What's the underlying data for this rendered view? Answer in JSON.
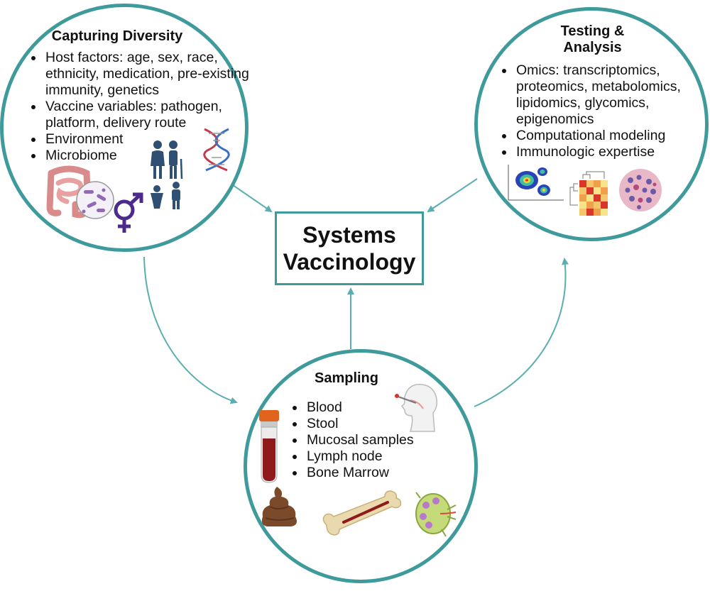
{
  "diagram": {
    "center": {
      "line1": "Systems",
      "line2": "Vaccinology"
    },
    "capturing_diversity": {
      "title": "Capturing Diversity",
      "items": [
        "Host factors: age, sex, race, ethnicity, medication, pre-existing immunity, genetics",
        "Vaccine variables: pathogen, platform, delivery route",
        "Environment",
        "Microbiome"
      ]
    },
    "testing_analysis": {
      "title_line1": "Testing &",
      "title_line2": "Analysis",
      "items": [
        "Omics: transcriptomics, proteomics, metabolomics, lipidomics, glycomics, epigenomics",
        "Computational modeling",
        "Immunologic expertise"
      ]
    },
    "sampling": {
      "title": "Sampling",
      "items": [
        "Blood",
        "Stool",
        "Mucosal samples",
        "Lymph node",
        "Bone Marrow"
      ]
    },
    "icons": {
      "diversity": [
        "intestine-icon",
        "microbe-icon",
        "gender-symbol-icon",
        "elderly-couple-icon",
        "family-icon",
        "dna-icon"
      ],
      "analysis": [
        "flow-cytometry-plot-icon",
        "heatmap-icon",
        "tissue-image-icon"
      ],
      "sampling": [
        "blood-tube-icon",
        "nasal-swab-icon",
        "stool-icon",
        "bone-icon",
        "lymph-node-icon"
      ]
    },
    "colors": {
      "accent": "#3f9a9b",
      "icon_navy": "#2f4f73",
      "gender_purple": "#4b2a8c",
      "blood": "#8e1a1a",
      "stool": "#7a4a2a"
    }
  }
}
